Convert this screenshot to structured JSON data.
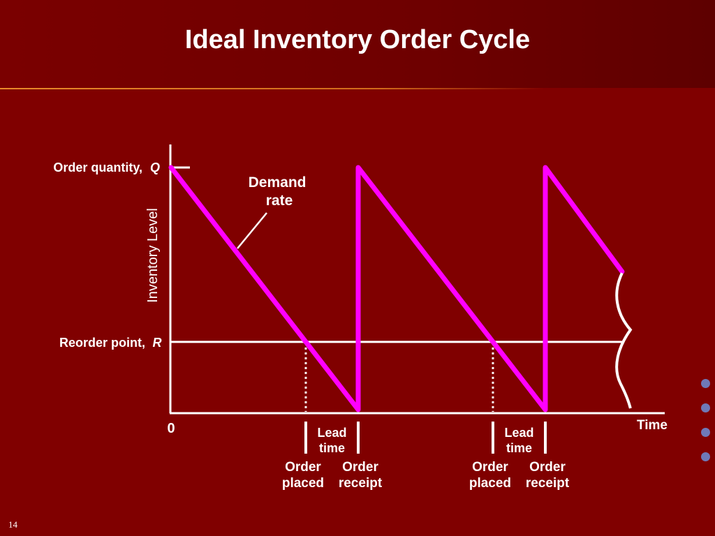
{
  "slide": {
    "title": "Ideal Inventory Order Cycle",
    "number": "14"
  },
  "colors": {
    "background": "#800000",
    "header": "#6e0000",
    "accent_rule": "#e88a2a",
    "inventory_line": "#ff00ff",
    "axis": "#ffffff",
    "bullets": "#6f79b8"
  },
  "chart_data": {
    "type": "line",
    "title": "",
    "xlabel": "Time",
    "ylabel": "Inventory Level",
    "x_origin_label": "0",
    "y_levels": {
      "order_quantity": {
        "label": "Order quantity, ",
        "symbol": "Q",
        "value": 1
      },
      "reorder_point": {
        "label": "Reorder point, ",
        "symbol": "R",
        "value": 0.28
      }
    },
    "xlim": [
      0,
      2.5
    ],
    "ylim": [
      0,
      1.05
    ],
    "series": [
      {
        "x": [
          0,
          1,
          1,
          2,
          2,
          2.41
        ],
        "y": [
          1,
          0,
          1,
          0,
          1,
          0.57
        ]
      }
    ],
    "reorder_times": [
      0.72,
      1.72
    ],
    "continuation_break": {
      "x": 2.41,
      "y_top": 0.57,
      "y_bottom": 0
    },
    "annotations": [
      {
        "text_lines": [
          "Demand",
          "rate"
        ]
      }
    ],
    "cycles": [
      {
        "placed_at": 0.72,
        "receipt_at": 1,
        "lead_lines": [
          "Lead",
          "time"
        ],
        "placed_lines": [
          "Order",
          "placed"
        ],
        "receipt_lines": [
          "Order",
          "receipt"
        ]
      },
      {
        "placed_at": 1.72,
        "receipt_at": 2,
        "lead_lines": [
          "Lead",
          "time"
        ],
        "placed_lines": [
          "Order",
          "placed"
        ],
        "receipt_lines": [
          "Order",
          "receipt"
        ]
      }
    ]
  }
}
